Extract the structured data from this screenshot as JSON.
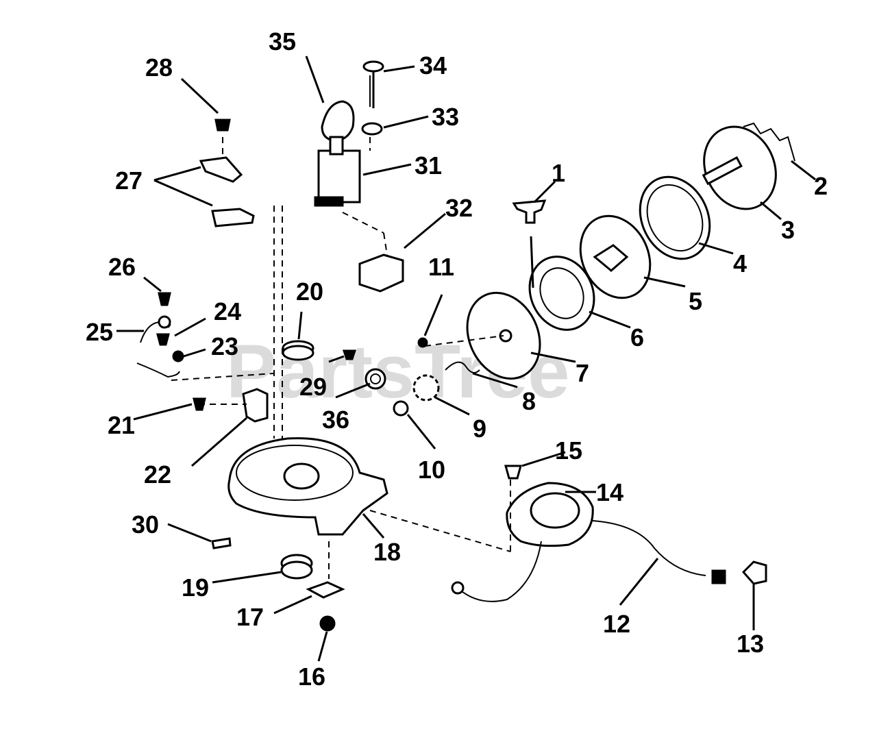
{
  "watermark": "PartsTree",
  "callouts": [
    {
      "id": "c1",
      "text": "1"
    },
    {
      "id": "c2",
      "text": "2"
    },
    {
      "id": "c3",
      "text": "3"
    },
    {
      "id": "c4",
      "text": "4"
    },
    {
      "id": "c5",
      "text": "5"
    },
    {
      "id": "c6",
      "text": "6"
    },
    {
      "id": "c7",
      "text": "7"
    },
    {
      "id": "c8",
      "text": "8"
    },
    {
      "id": "c9",
      "text": "9"
    },
    {
      "id": "c10",
      "text": "10"
    },
    {
      "id": "c11",
      "text": "11"
    },
    {
      "id": "c12",
      "text": "12"
    },
    {
      "id": "c13",
      "text": "13"
    },
    {
      "id": "c14",
      "text": "14"
    },
    {
      "id": "c15",
      "text": "15"
    },
    {
      "id": "c16",
      "text": "16"
    },
    {
      "id": "c17",
      "text": "17"
    },
    {
      "id": "c18",
      "text": "18"
    },
    {
      "id": "c19",
      "text": "19"
    },
    {
      "id": "c20",
      "text": "20"
    },
    {
      "id": "c21",
      "text": "21"
    },
    {
      "id": "c22",
      "text": "22"
    },
    {
      "id": "c23",
      "text": "23"
    },
    {
      "id": "c24",
      "text": "24"
    },
    {
      "id": "c25",
      "text": "25"
    },
    {
      "id": "c26",
      "text": "26"
    },
    {
      "id": "c27",
      "text": "27"
    },
    {
      "id": "c28",
      "text": "28"
    },
    {
      "id": "c29",
      "text": "29"
    },
    {
      "id": "c30",
      "text": "30"
    },
    {
      "id": "c31",
      "text": "31"
    },
    {
      "id": "c32",
      "text": "32"
    },
    {
      "id": "c33",
      "text": "33"
    },
    {
      "id": "c34",
      "text": "34"
    },
    {
      "id": "c35",
      "text": "35"
    },
    {
      "id": "c36",
      "text": "36"
    }
  ]
}
